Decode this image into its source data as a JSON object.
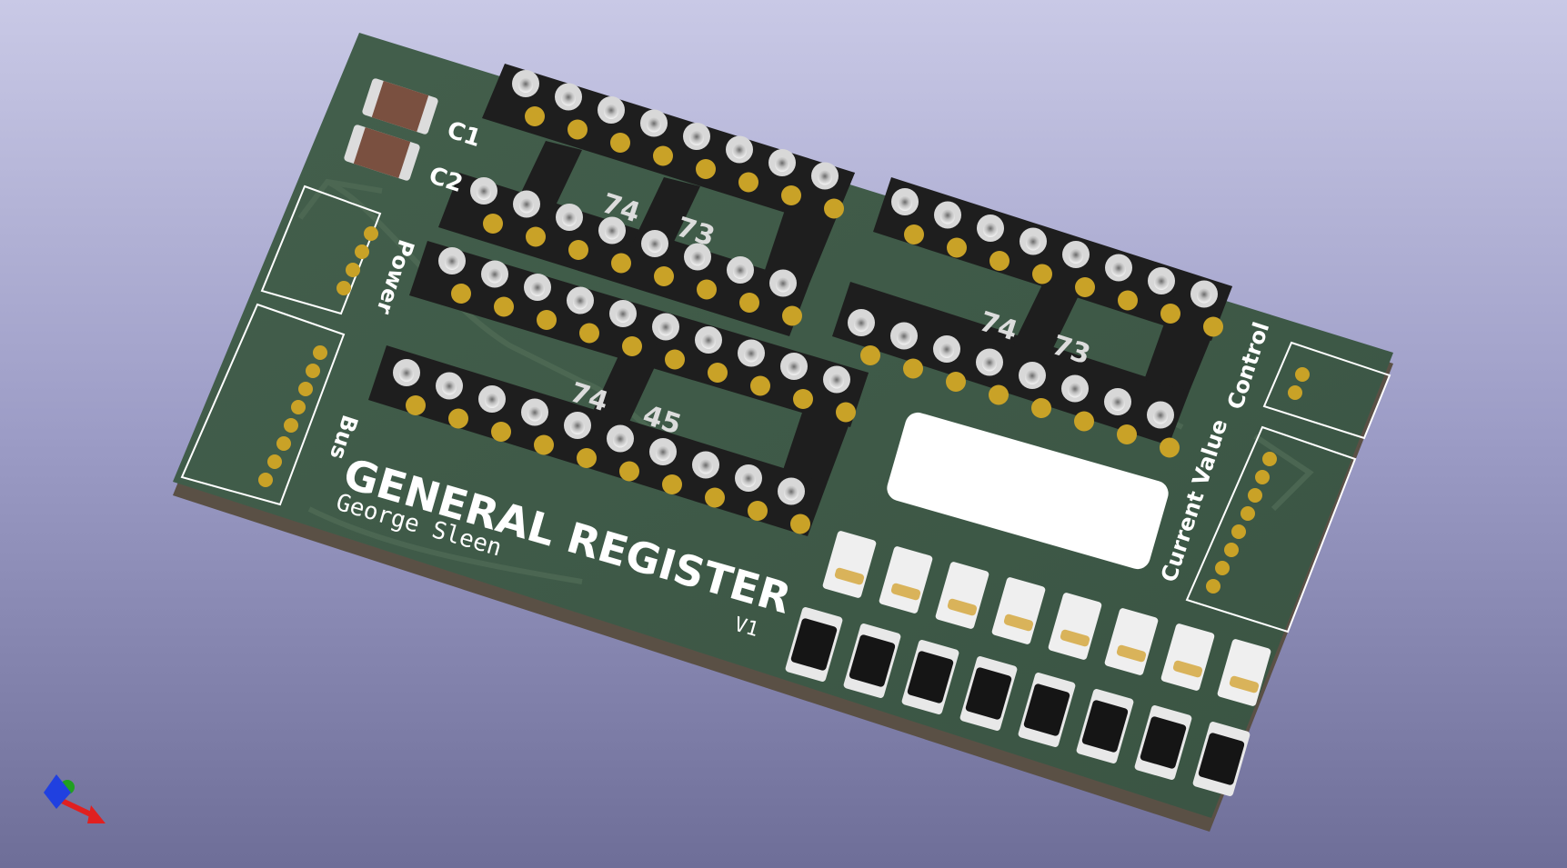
{
  "board": {
    "title": "GENERAL REGISTER",
    "author": "George Sleen",
    "version": "V1",
    "colors": {
      "solder_mask": "#3f5a48",
      "board_edge": "#5a5045",
      "socket": "#1e1e1e",
      "pad_gold": "#c9a227",
      "silkscreen": "#ffffff"
    }
  },
  "components": {
    "capacitors": [
      "C1",
      "C2"
    ],
    "connectors": [
      "Power",
      "Bus",
      "Control",
      "Current Value"
    ],
    "chip_partial_labels": [
      "74",
      "73",
      "74",
      "45",
      "74",
      "73"
    ]
  },
  "axes_widget": {
    "icons": [
      "z-axis-arrow-icon",
      "y-axis-arrow-icon",
      "x-axis-arrow-icon"
    ]
  }
}
